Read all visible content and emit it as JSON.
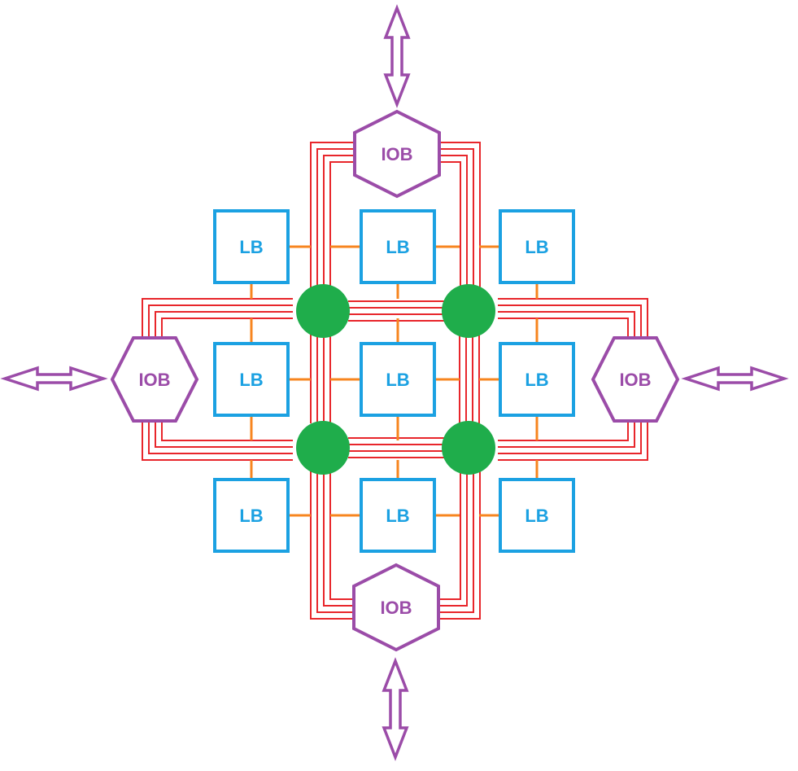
{
  "diagram": {
    "lb_label": "LB",
    "iob_label": "IOB",
    "colors": {
      "lb": "#1ba1e2",
      "iob": "#9b4ca8",
      "wire": "#e8262b",
      "link": "#f7851f",
      "switch": "#1fad4b"
    },
    "logic_blocks": [
      {
        "row": 0,
        "col": 0,
        "label": "LB"
      },
      {
        "row": 0,
        "col": 1,
        "label": "LB"
      },
      {
        "row": 0,
        "col": 2,
        "label": "LB"
      },
      {
        "row": 1,
        "col": 0,
        "label": "LB"
      },
      {
        "row": 1,
        "col": 1,
        "label": "LB"
      },
      {
        "row": 1,
        "col": 2,
        "label": "LB"
      },
      {
        "row": 2,
        "col": 0,
        "label": "LB"
      },
      {
        "row": 2,
        "col": 1,
        "label": "LB"
      },
      {
        "row": 2,
        "col": 2,
        "label": "LB"
      }
    ],
    "io_blocks": [
      {
        "side": "top",
        "label": "IOB"
      },
      {
        "side": "left",
        "label": "IOB"
      },
      {
        "side": "right",
        "label": "IOB"
      },
      {
        "side": "bottom",
        "label": "IOB"
      }
    ],
    "switch_boxes": [
      {
        "row": 0,
        "col": 0
      },
      {
        "row": 0,
        "col": 1
      },
      {
        "row": 1,
        "col": 0
      },
      {
        "row": 1,
        "col": 1
      }
    ]
  }
}
